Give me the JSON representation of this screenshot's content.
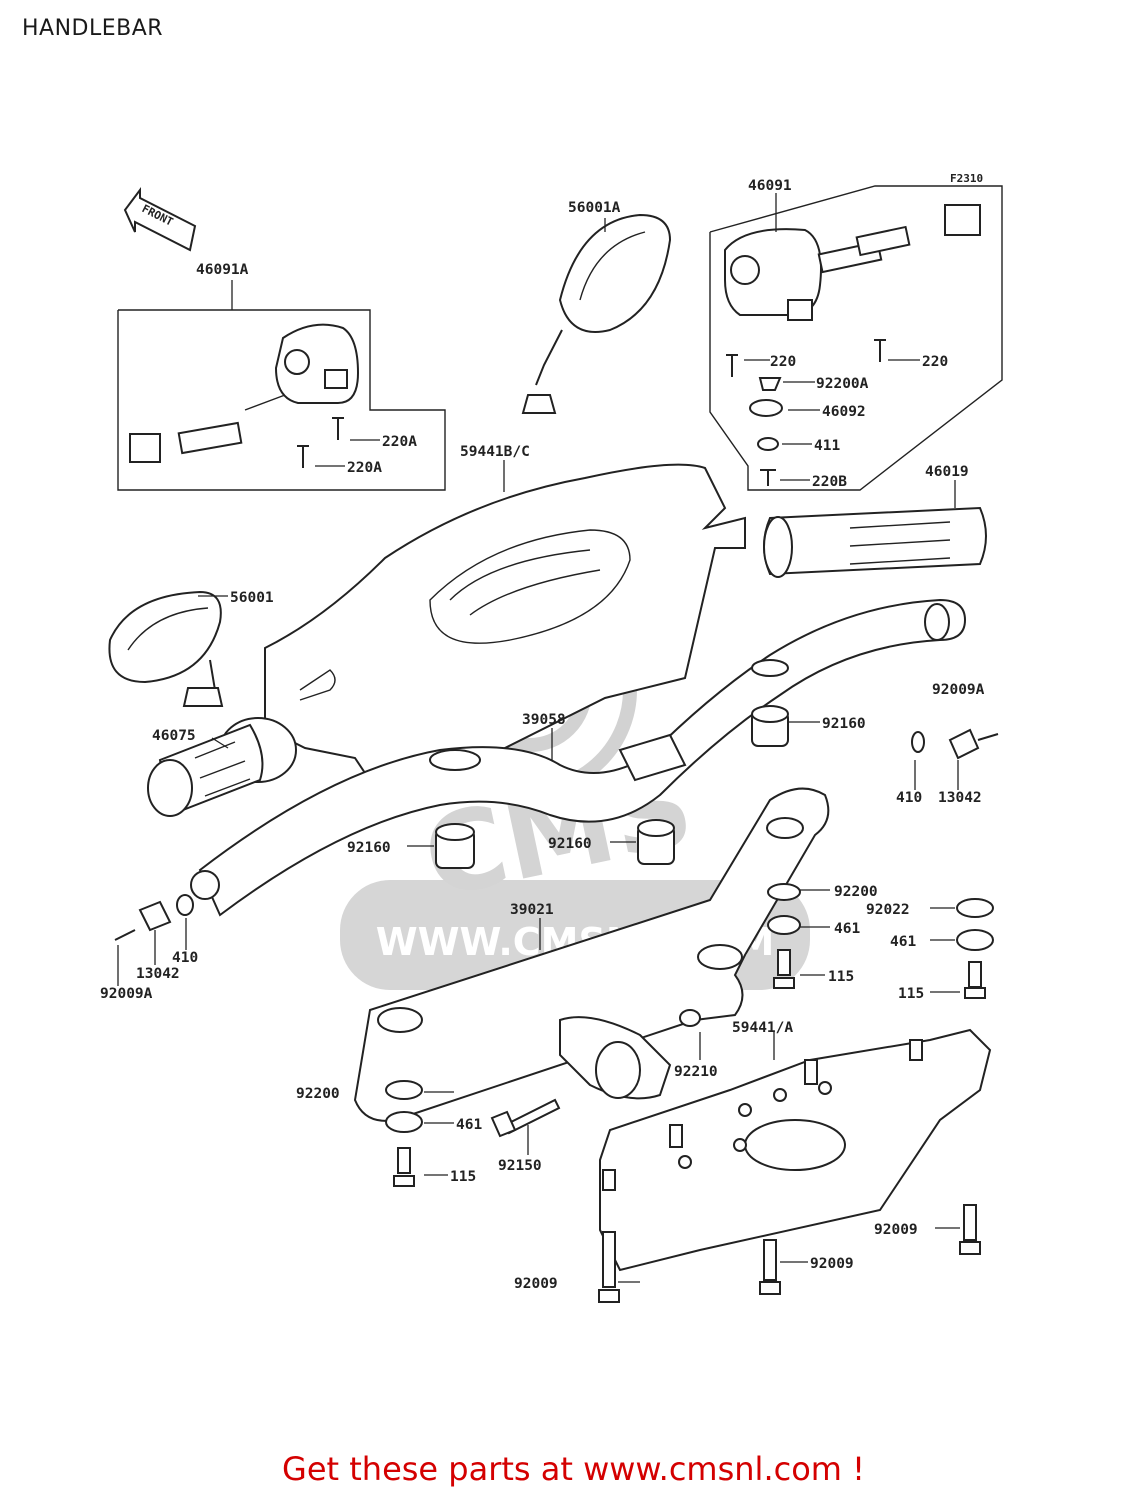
{
  "page": {
    "title": "HANDLEBAR",
    "figure_code": "F2310",
    "front_marker": "FRONT",
    "watermark_url": "WWW.CMSNL.COM",
    "watermark_logo": "CMS",
    "footer": "Get these parts at www.cmsnl.com !"
  },
  "callouts": [
    {
      "id": "c01",
      "text": "46091A"
    },
    {
      "id": "c02",
      "text": "56001A"
    },
    {
      "id": "c03",
      "text": "46091"
    },
    {
      "id": "c04",
      "text": "220"
    },
    {
      "id": "c05",
      "text": "220"
    },
    {
      "id": "c06",
      "text": "92200A"
    },
    {
      "id": "c07",
      "text": "46092"
    },
    {
      "id": "c08",
      "text": "411"
    },
    {
      "id": "c09",
      "text": "220B"
    },
    {
      "id": "c10",
      "text": "46019"
    },
    {
      "id": "c11",
      "text": "220A"
    },
    {
      "id": "c12",
      "text": "220A"
    },
    {
      "id": "c13",
      "text": "59441B/C"
    },
    {
      "id": "c14",
      "text": "56001"
    },
    {
      "id": "c15",
      "text": "92009A"
    },
    {
      "id": "c16",
      "text": "92160"
    },
    {
      "id": "c17",
      "text": "410"
    },
    {
      "id": "c18",
      "text": "13042"
    },
    {
      "id": "c19",
      "text": "46075"
    },
    {
      "id": "c20",
      "text": "39058"
    },
    {
      "id": "c21",
      "text": "92160"
    },
    {
      "id": "c22",
      "text": "92160"
    },
    {
      "id": "c23",
      "text": "92200"
    },
    {
      "id": "c24",
      "text": "92022"
    },
    {
      "id": "c25",
      "text": "39021"
    },
    {
      "id": "c26",
      "text": "461"
    },
    {
      "id": "c27",
      "text": "461"
    },
    {
      "id": "c28",
      "text": "410"
    },
    {
      "id": "c29",
      "text": "13042"
    },
    {
      "id": "c30",
      "text": "92009A"
    },
    {
      "id": "c31",
      "text": "115"
    },
    {
      "id": "c32",
      "text": "115"
    },
    {
      "id": "c33",
      "text": "59441/A"
    },
    {
      "id": "c34",
      "text": "92210"
    },
    {
      "id": "c35",
      "text": "92200"
    },
    {
      "id": "c36",
      "text": "461"
    },
    {
      "id": "c37",
      "text": "92150"
    },
    {
      "id": "c38",
      "text": "115"
    },
    {
      "id": "c39",
      "text": "92009"
    },
    {
      "id": "c40",
      "text": "92009"
    },
    {
      "id": "c41",
      "text": "92009"
    }
  ]
}
